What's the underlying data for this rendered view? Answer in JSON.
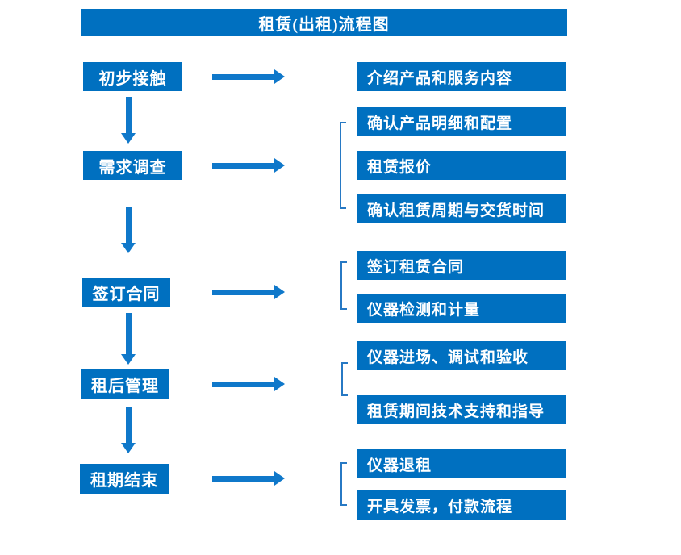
{
  "title": "租赁(出租)流程图",
  "colors": {
    "background": "#FFFFFF",
    "box_blue": "#0070C0",
    "arrow_blue": "#0F78CA",
    "bracket_blue": "#2779C4",
    "text_white": "#FFFFFF"
  },
  "steps": [
    {
      "label": "初步接触",
      "substeps": [
        "介绍产品和服务内容"
      ]
    },
    {
      "label": "需求调查",
      "substeps": [
        "确认产品明细和配置",
        "租赁报价",
        "确认租赁周期与交货时间"
      ]
    },
    {
      "label": "签订合同",
      "substeps": [
        "签订租赁合同",
        "仪器检测和计量"
      ]
    },
    {
      "label": "租后管理",
      "substeps": [
        "仪器进场、调试和验收",
        "租赁期间技术支持和指导"
      ]
    },
    {
      "label": "租期结束",
      "substeps": [
        "仪器退租",
        "开具发票，付款流程"
      ]
    }
  ]
}
